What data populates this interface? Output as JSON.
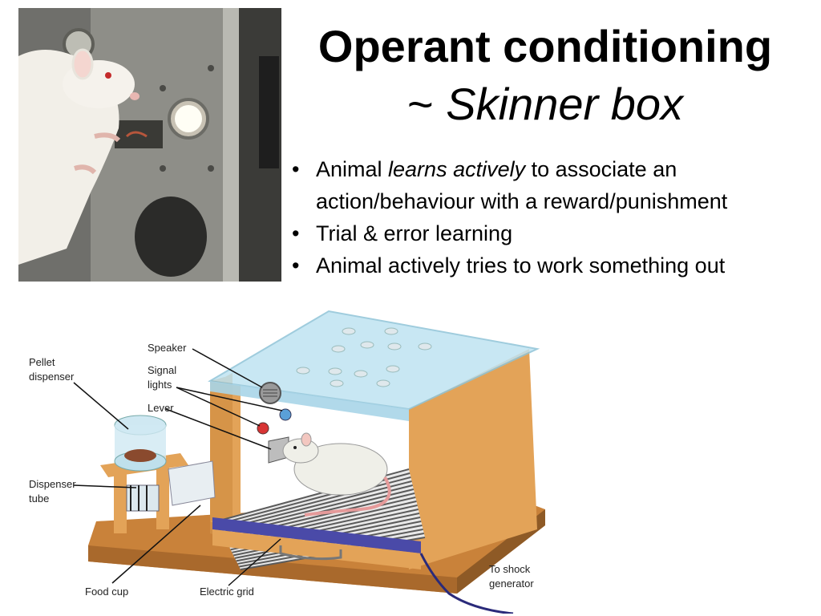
{
  "title": {
    "line1": "Operant conditioning",
    "line2_prefix": "~ ",
    "line2_italic": "Skinner box"
  },
  "bullets": [
    {
      "before": "Animal ",
      "italic": "learns actively",
      "after": " to associate  an action/behaviour with a reward/punishment"
    },
    {
      "before": "Trial & error learning",
      "italic": "",
      "after": ""
    },
    {
      "before": "Animal actively tries to work something out",
      "italic": "",
      "after": ""
    }
  ],
  "diagram": {
    "labels": {
      "speaker": "Speaker",
      "signal_lights_1": "Signal",
      "signal_lights_2": "lights",
      "lever": "Lever",
      "pellet_dispenser_1": "Pellet",
      "pellet_dispenser_2": "dispenser",
      "dispenser_tube_1": "Dispenser",
      "dispenser_tube_2": "tube",
      "food_cup": "Food cup",
      "electric_grid": "Electric grid",
      "shock_1": "To shock",
      "shock_2": "generator"
    }
  },
  "colors": {
    "box_wood": "#E3A358",
    "box_wood_dark": "#C9823A",
    "glass": "#BFE3F2",
    "floor_stripe": "#5A5A5A",
    "grid_rail": "#4A4AA8"
  }
}
